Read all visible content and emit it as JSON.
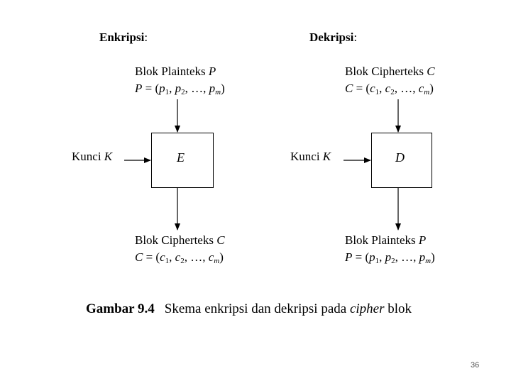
{
  "encryption": {
    "title": "Enkripsi",
    "colon": ":",
    "input": {
      "line1": {
        "text": "Blok Plainteks ",
        "var": "P"
      },
      "line2": {
        "prefix": "P",
        "eq": " = (",
        "items": [
          {
            "base": "p",
            "sub": "1"
          },
          {
            "base": "p",
            "sub": "2"
          },
          {
            "base": "p",
            "sub": "m"
          }
        ],
        "sep": ", ",
        "ellipsis": "…",
        "close": ")"
      }
    },
    "key": {
      "text": "Kunci ",
      "var": "K"
    },
    "box_label": "E",
    "output": {
      "line1": {
        "text": "Blok Cipherteks ",
        "var": "C"
      },
      "line2": {
        "prefix": "C",
        "eq": " = (",
        "items": [
          {
            "base": "c",
            "sub": "1"
          },
          {
            "base": "c",
            "sub": "2"
          },
          {
            "base": "c",
            "sub": "m"
          }
        ],
        "sep": ", ",
        "ellipsis": "…",
        "close": ")"
      }
    }
  },
  "decryption": {
    "title": "Dekripsi",
    "colon": ":",
    "input": {
      "line1": {
        "text": "Blok Cipherteks ",
        "var": "C"
      },
      "line2": {
        "prefix": "C",
        "eq": " = (",
        "items": [
          {
            "base": "c",
            "sub": "1"
          },
          {
            "base": "c",
            "sub": "2"
          },
          {
            "base": "c",
            "sub": "m"
          }
        ],
        "sep": ", ",
        "ellipsis": "…",
        "close": ")"
      }
    },
    "key": {
      "text": "Kunci ",
      "var": "K"
    },
    "box_label": "D",
    "output": {
      "line1": {
        "text": "Blok Plainteks ",
        "var": "P"
      },
      "line2": {
        "prefix": "P",
        "eq": " = (",
        "items": [
          {
            "base": "p",
            "sub": "1"
          },
          {
            "base": "p",
            "sub": "2"
          },
          {
            "base": "p",
            "sub": "m"
          }
        ],
        "sep": ", ",
        "ellipsis": "…",
        "close": ")"
      }
    }
  },
  "caption": {
    "number": "Gambar 9.4",
    "text_before": "Skema enkripsi dan dekripsi pada ",
    "italic": "cipher",
    "text_after": " blok"
  },
  "page_number": "36"
}
